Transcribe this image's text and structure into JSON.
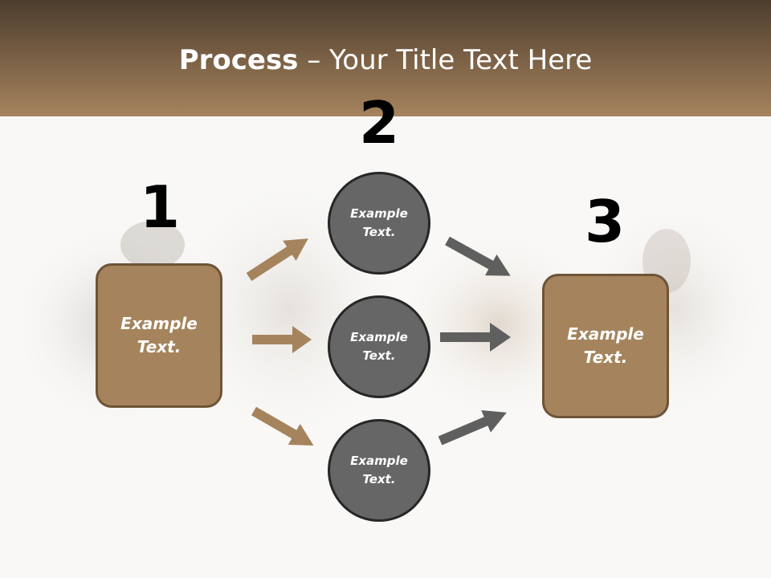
{
  "slide": {
    "title_bold": "Process",
    "title_rest": " – Your Title Text Here",
    "numbers": [
      "1",
      "2",
      "3"
    ],
    "boxes": [
      "Example\nText.",
      "Example\nText."
    ],
    "circles": [
      "Example\nText.",
      "Example\nText.",
      "Example\nText."
    ]
  },
  "colors": {
    "box_fill": "#a5845d",
    "box_border": "#6e5437",
    "circle_fill": "#666666",
    "circle_border": "#262626",
    "left_arrow": "#a5845d",
    "right_arrow": "#5f5f5f"
  }
}
